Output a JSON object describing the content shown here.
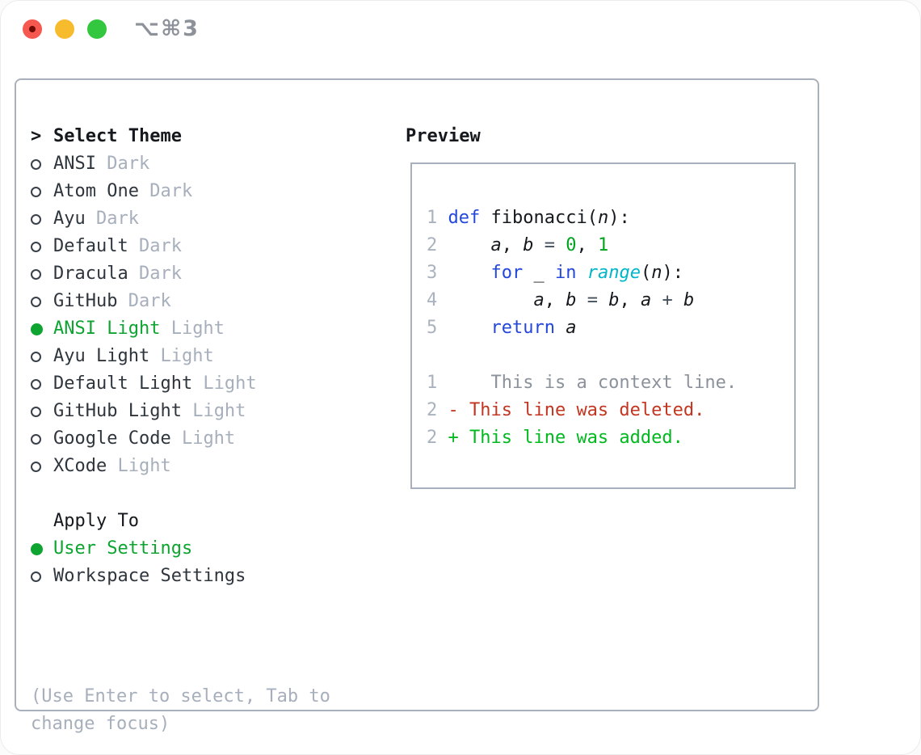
{
  "window": {
    "title": "⌥⌘3",
    "traffic_lights": [
      {
        "name": "close",
        "color": "#f6574f"
      },
      {
        "name": "minimize",
        "color": "#f7bc2e"
      },
      {
        "name": "zoom",
        "color": "#33c63f"
      }
    ]
  },
  "theme_list": {
    "prompt": ">",
    "header": "Select Theme",
    "items": [
      {
        "name": "ANSI",
        "tag": "Dark",
        "selected": false
      },
      {
        "name": "Atom One",
        "tag": "Dark",
        "selected": false
      },
      {
        "name": "Ayu",
        "tag": "Dark",
        "selected": false
      },
      {
        "name": "Default",
        "tag": "Dark",
        "selected": false
      },
      {
        "name": "Dracula",
        "tag": "Dark",
        "selected": false
      },
      {
        "name": "GitHub",
        "tag": "Dark",
        "selected": false
      },
      {
        "name": "ANSI Light",
        "tag": "Light",
        "selected": true
      },
      {
        "name": "Ayu Light",
        "tag": "Light",
        "selected": false
      },
      {
        "name": "Default Light",
        "tag": "Light",
        "selected": false
      },
      {
        "name": "GitHub Light",
        "tag": "Light",
        "selected": false
      },
      {
        "name": "Google Code",
        "tag": "Light",
        "selected": false
      },
      {
        "name": "XCode",
        "tag": "Light",
        "selected": false
      }
    ]
  },
  "apply_to": {
    "label": "Apply To",
    "options": [
      {
        "name": "User Settings",
        "selected": true
      },
      {
        "name": "Workspace Settings",
        "selected": false
      }
    ]
  },
  "footer": {
    "hint_line1": "(Use Enter to select, Tab to",
    "hint_line2": "change focus)"
  },
  "preview": {
    "label": "Preview",
    "code_lines": [
      [
        [
          "num",
          "1"
        ],
        [
          "pln",
          " "
        ],
        [
          "kw",
          "def"
        ],
        [
          "pln",
          " fibonacci("
        ],
        [
          "var",
          "n"
        ],
        [
          "pln",
          "):"
        ]
      ],
      [
        [
          "num",
          "2"
        ],
        [
          "pln",
          "     "
        ],
        [
          "var",
          "a"
        ],
        [
          "pln",
          ", "
        ],
        [
          "var",
          "b"
        ],
        [
          "pln",
          " "
        ],
        [
          "op",
          "="
        ],
        [
          "pln",
          " "
        ],
        [
          "lit",
          "0"
        ],
        [
          "pln",
          ", "
        ],
        [
          "lit",
          "1"
        ]
      ],
      [
        [
          "num",
          "3"
        ],
        [
          "pln",
          "     "
        ],
        [
          "kw",
          "for"
        ],
        [
          "pln",
          " _ "
        ],
        [
          "kw",
          "in"
        ],
        [
          "pln",
          " "
        ],
        [
          "fn",
          "range"
        ],
        [
          "pln",
          "("
        ],
        [
          "var",
          "n"
        ],
        [
          "pln",
          "):"
        ]
      ],
      [
        [
          "num",
          "4"
        ],
        [
          "pln",
          "         "
        ],
        [
          "var",
          "a"
        ],
        [
          "pln",
          ", "
        ],
        [
          "var",
          "b"
        ],
        [
          "pln",
          " "
        ],
        [
          "op",
          "="
        ],
        [
          "pln",
          " "
        ],
        [
          "var",
          "b"
        ],
        [
          "pln",
          ", "
        ],
        [
          "var",
          "a"
        ],
        [
          "pln",
          " "
        ],
        [
          "op",
          "+"
        ],
        [
          "pln",
          " "
        ],
        [
          "var",
          "b"
        ]
      ],
      [
        [
          "num",
          "5"
        ],
        [
          "pln",
          "     "
        ],
        [
          "kw",
          "return"
        ],
        [
          "pln",
          " "
        ],
        [
          "var",
          "a"
        ]
      ],
      [],
      [
        [
          "num",
          "1"
        ],
        [
          "pln",
          "     "
        ],
        [
          "ctx",
          "This is a context line."
        ]
      ],
      [
        [
          "num",
          "2"
        ],
        [
          "pln",
          " "
        ],
        [
          "del",
          "- This line was deleted."
        ]
      ],
      [
        [
          "num",
          "2"
        ],
        [
          "pln",
          " "
        ],
        [
          "add",
          "+ This line was added."
        ]
      ]
    ]
  },
  "colors": {
    "selection_green": "#0ea431",
    "tag_gray": "#a7afbc",
    "keyword_blue": "#2347dd",
    "function_cyan": "#00b6c9",
    "literal_green": "#00a31e",
    "diff_deleted_red": "#c23520",
    "diff_added_green": "#00b91f",
    "line_number_gray": "#a9b2bd",
    "context_gray": "#8b929b",
    "border_gray": "#a8b1bb",
    "titlebar_text_gray": "#8d929a"
  }
}
